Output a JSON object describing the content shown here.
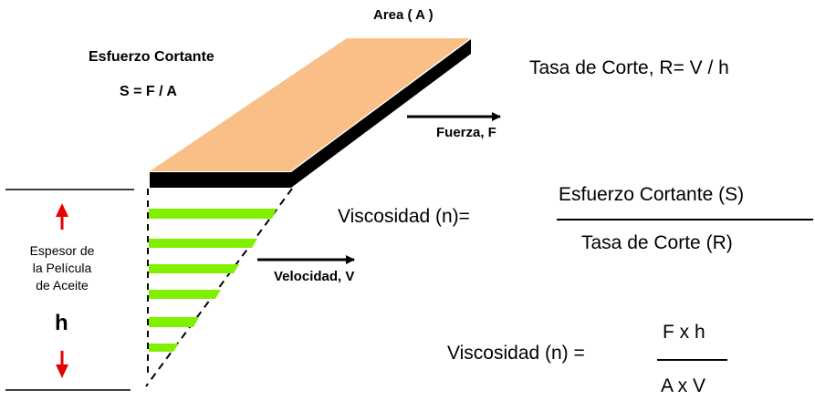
{
  "labels": {
    "area": "Area ( A )",
    "shear_stress_title": "Esfuerzo Cortante",
    "shear_stress_formula": "S = F / A",
    "shear_rate": "Tasa de Corte, R= V / h",
    "force": "Fuerza, F",
    "velocity": "Velocidad, V",
    "film_thickness_line1": "Espesor de",
    "film_thickness_line2": "la Película",
    "film_thickness_line3": "de Aceite",
    "h": "h",
    "viscosity_1": "Viscosidad (n)=",
    "fraction1_numerator": "Esfuerzo Cortante (S)",
    "fraction1_denominator": "Tasa de Corte (R)",
    "viscosity_2": "Viscosidad (n) =",
    "fraction2_numerator": "F x h",
    "fraction2_denominator": "A x V"
  },
  "colors": {
    "plate_top": "#f9bf86",
    "plate_edge": "#000000",
    "velocity_bars": "#80f000",
    "thickness_arrows": "#e60000"
  }
}
